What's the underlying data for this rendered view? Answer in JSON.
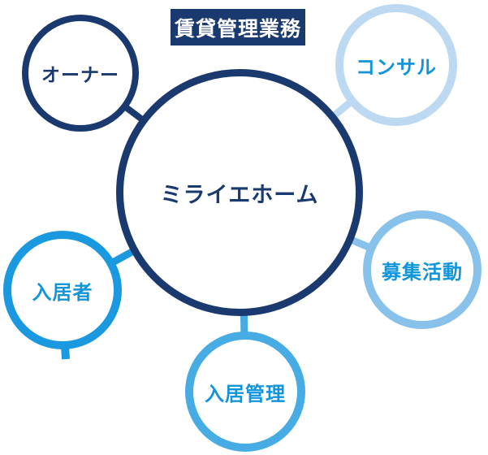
{
  "title": {
    "label": "賃貸管理業務",
    "background_color": "#1a3a6f",
    "text_color": "#ffffff"
  },
  "diagram": {
    "center": {
      "id": "center",
      "label": "ミライエホーム",
      "border_color": "#1a3a6f",
      "text_color": "#1a3a6f"
    },
    "nodes": [
      {
        "id": "owner",
        "label": "オーナー",
        "border_color": "#1a3a6f",
        "text_color": "#1a3a6f",
        "connector_color": "#1a3a6f"
      },
      {
        "id": "consul",
        "label": "コンサル",
        "border_color": "#bcd9f1",
        "text_color": "#1095da",
        "connector_color": "#bcd9f1"
      },
      {
        "id": "boshu",
        "label": "募集活動",
        "border_color": "#88c2ea",
        "text_color": "#1095da",
        "connector_color": "#88c2ea"
      },
      {
        "id": "kanri",
        "label": "入居管理",
        "border_color": "#47abe4",
        "text_color": "#1095da",
        "connector_color": "#47abe4"
      },
      {
        "id": "nyukyosha",
        "label": "入居者",
        "border_color": "#1a99e0",
        "text_color": "#1095da",
        "connector_color": "#1a99e0"
      }
    ]
  },
  "colors": {
    "background": "#ffffff",
    "brand_navy": "#1a3a6f",
    "accent_blue": "#1095da"
  }
}
